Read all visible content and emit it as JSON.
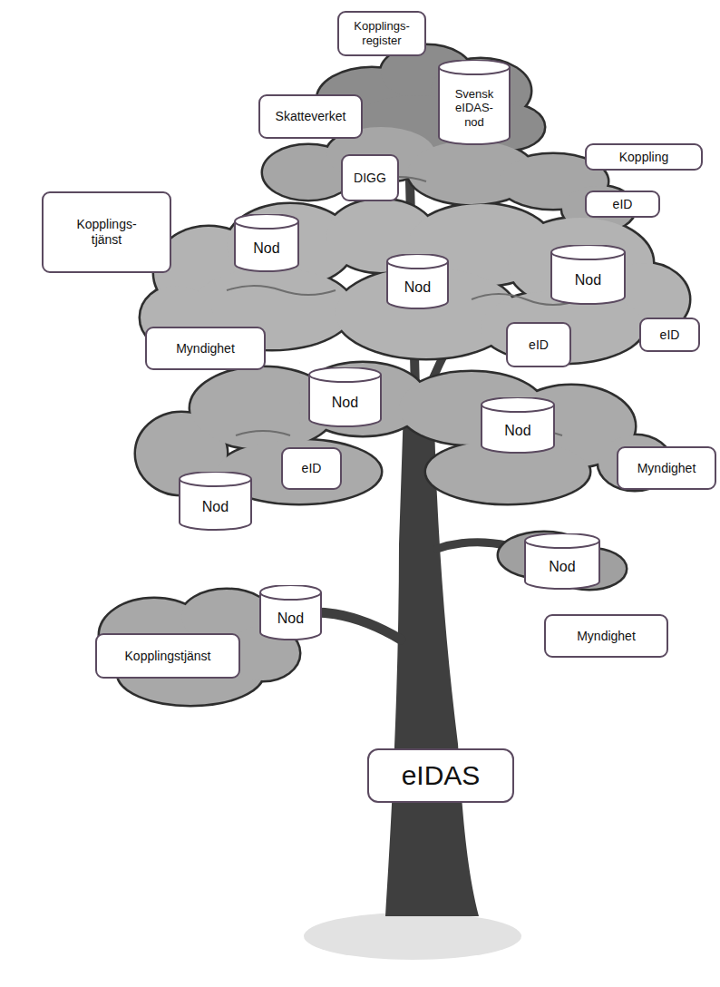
{
  "diagram": {
    "nodes": [
      {
        "text": [
          "Kopplings- register"
        ]
      },
      {
        "text": [
          "Svensk eIDAS- nod"
        ]
      },
      {
        "text": [
          "Skatteverket"
        ]
      },
      {
        "text": [
          "Koppling"
        ]
      },
      {
        "text": [
          "DIGG"
        ]
      },
      {
        "text": [
          "eID"
        ]
      },
      {
        "text": [
          "Kopplings- tjänst"
        ]
      },
      {
        "text": [
          "Nod"
        ]
      },
      {
        "text": [
          "Nod"
        ]
      },
      {
        "text": [
          "Nod"
        ]
      },
      {
        "text": [
          "eID"
        ]
      },
      {
        "text": [
          "eID"
        ]
      },
      {
        "text": [
          "Myndighet"
        ]
      },
      {
        "text": [
          "Nod"
        ]
      },
      {
        "text": [
          "Nod"
        ]
      },
      {
        "text": [
          "Myndighet"
        ]
      },
      {
        "text": [
          "eID"
        ]
      },
      {
        "text": [
          "Nod"
        ]
      },
      {
        "text": [
          "Nod"
        ]
      },
      {
        "text": [
          "Nod"
        ]
      },
      {
        "text": [
          "Myndighet"
        ]
      },
      {
        "text": [
          "Kopplingstjänst"
        ]
      },
      {
        "text": [
          "eIDAS"
        ]
      }
    ]
  }
}
